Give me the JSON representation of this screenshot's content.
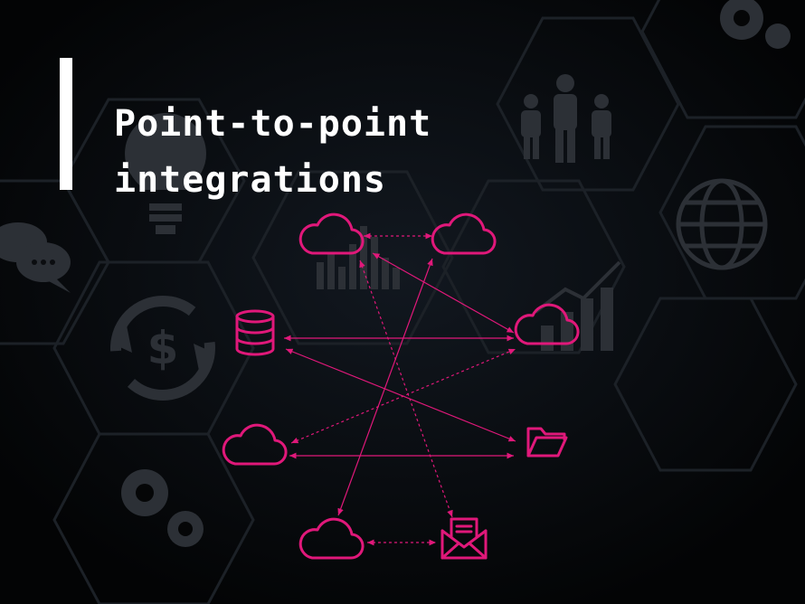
{
  "title": {
    "line1": "Point-to-point",
    "line2": "integrations"
  },
  "colors": {
    "accent": "#e0187a",
    "background": "#050607",
    "background_icons": "#2c3036",
    "title": "#ffffff"
  },
  "nodes": [
    {
      "id": "cloud-top-left",
      "icon": "cloud-icon"
    },
    {
      "id": "cloud-top-right",
      "icon": "cloud-icon"
    },
    {
      "id": "database",
      "icon": "database-icon"
    },
    {
      "id": "cloud-mid-right",
      "icon": "cloud-icon"
    },
    {
      "id": "cloud-mid-left",
      "icon": "cloud-icon"
    },
    {
      "id": "folder",
      "icon": "folder-open-icon"
    },
    {
      "id": "cloud-bottom-left",
      "icon": "cloud-icon"
    },
    {
      "id": "email",
      "icon": "envelope-icon"
    }
  ],
  "connections": [
    {
      "from": "cloud-top-left",
      "to": "cloud-top-right",
      "style": "dashed"
    },
    {
      "from": "database",
      "to": "cloud-mid-right",
      "style": "solid"
    },
    {
      "from": "database",
      "to": "folder",
      "style": "solid"
    },
    {
      "from": "cloud-mid-left",
      "to": "folder",
      "style": "solid"
    },
    {
      "from": "cloud-mid-left",
      "to": "cloud-mid-right",
      "style": "dashed"
    },
    {
      "from": "cloud-top-left",
      "to": "cloud-mid-right",
      "style": "solid"
    },
    {
      "from": "cloud-top-left",
      "to": "email",
      "style": "dashed"
    },
    {
      "from": "cloud-top-right",
      "to": "cloud-bottom-left",
      "style": "solid"
    },
    {
      "from": "cloud-bottom-left",
      "to": "email",
      "style": "dashed"
    }
  ],
  "background_icons": [
    "family-icon",
    "globe-icon",
    "lightbulb-icon",
    "chat-icon",
    "dollar-cycle-icon",
    "growth-chart-icon",
    "gears-icon",
    "bar-chart-icon"
  ]
}
